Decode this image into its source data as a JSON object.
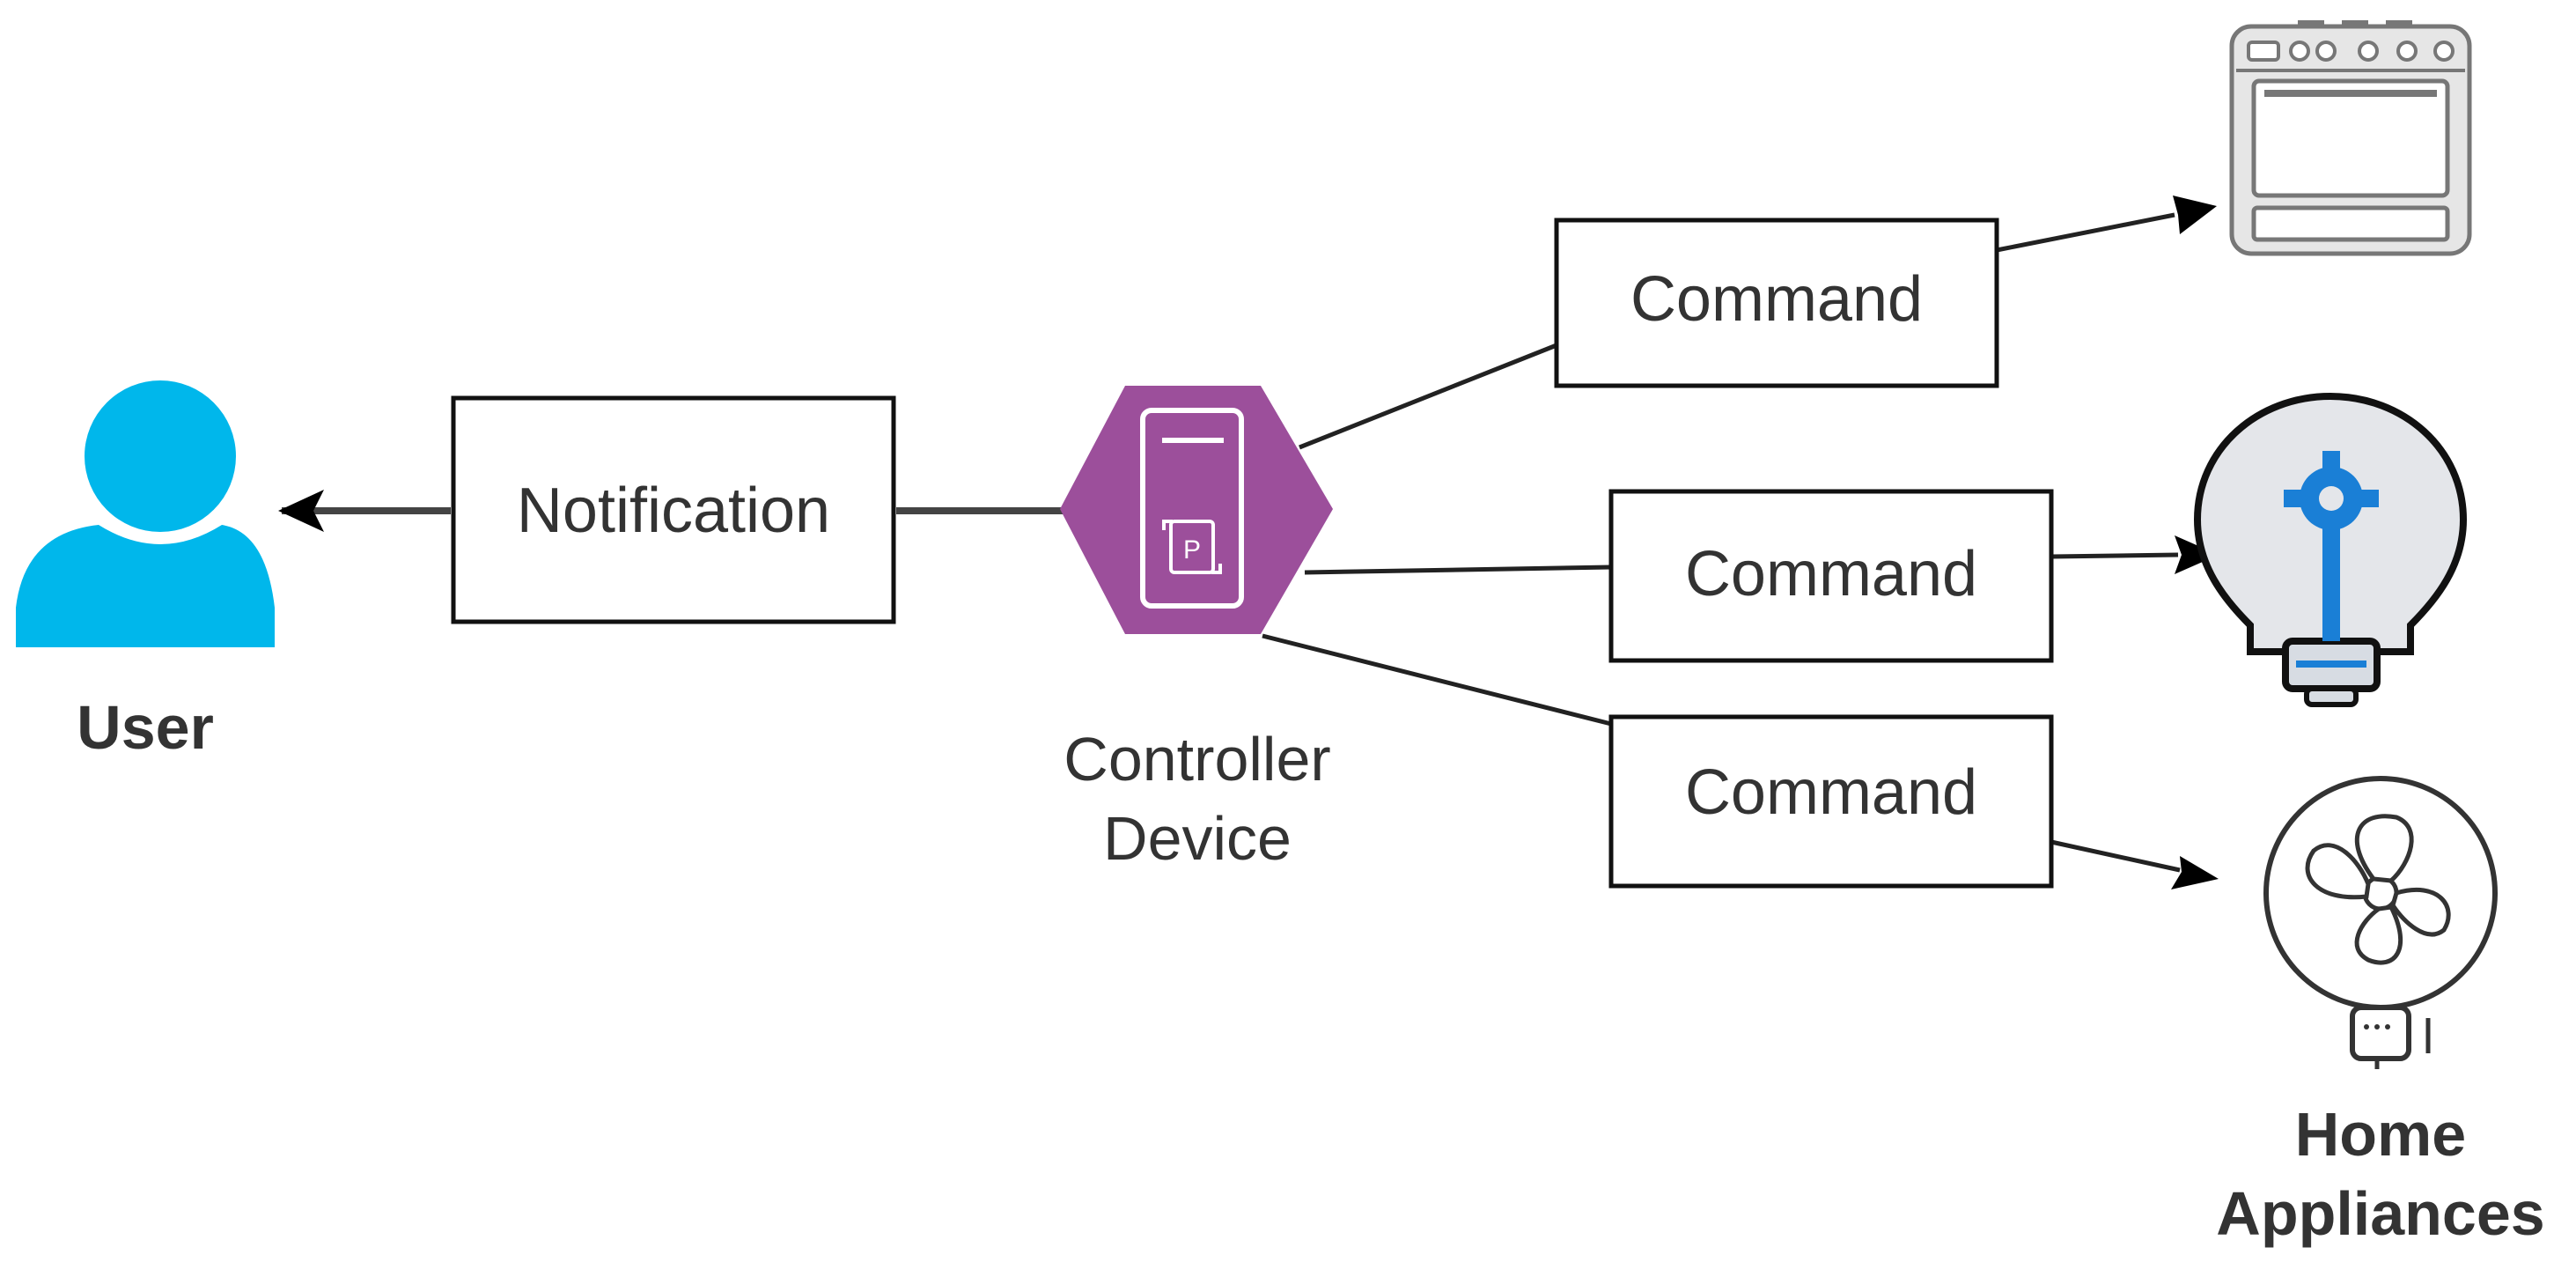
{
  "colors": {
    "user_icon": "#00b7eb",
    "controller_icon": "#9c4f9b",
    "bulb_gear": "#1a7fd6",
    "stroke": "#000000",
    "line": "#333333",
    "text": "#333333"
  },
  "icons": {
    "user": "user-icon",
    "controller": "controller-device-icon",
    "oven": "oven-icon",
    "bulb": "smart-bulb-icon",
    "fan": "fan-icon"
  },
  "nodes": {
    "user_label": "User",
    "notification_label": "Notification",
    "controller_label_line1": "Controller",
    "controller_label_line2": "Device",
    "command_top_label": "Command",
    "command_middle_label": "Command",
    "command_bottom_label": "Command",
    "appliances_label_line1": "Home",
    "appliances_label_line2": "Appliances"
  }
}
